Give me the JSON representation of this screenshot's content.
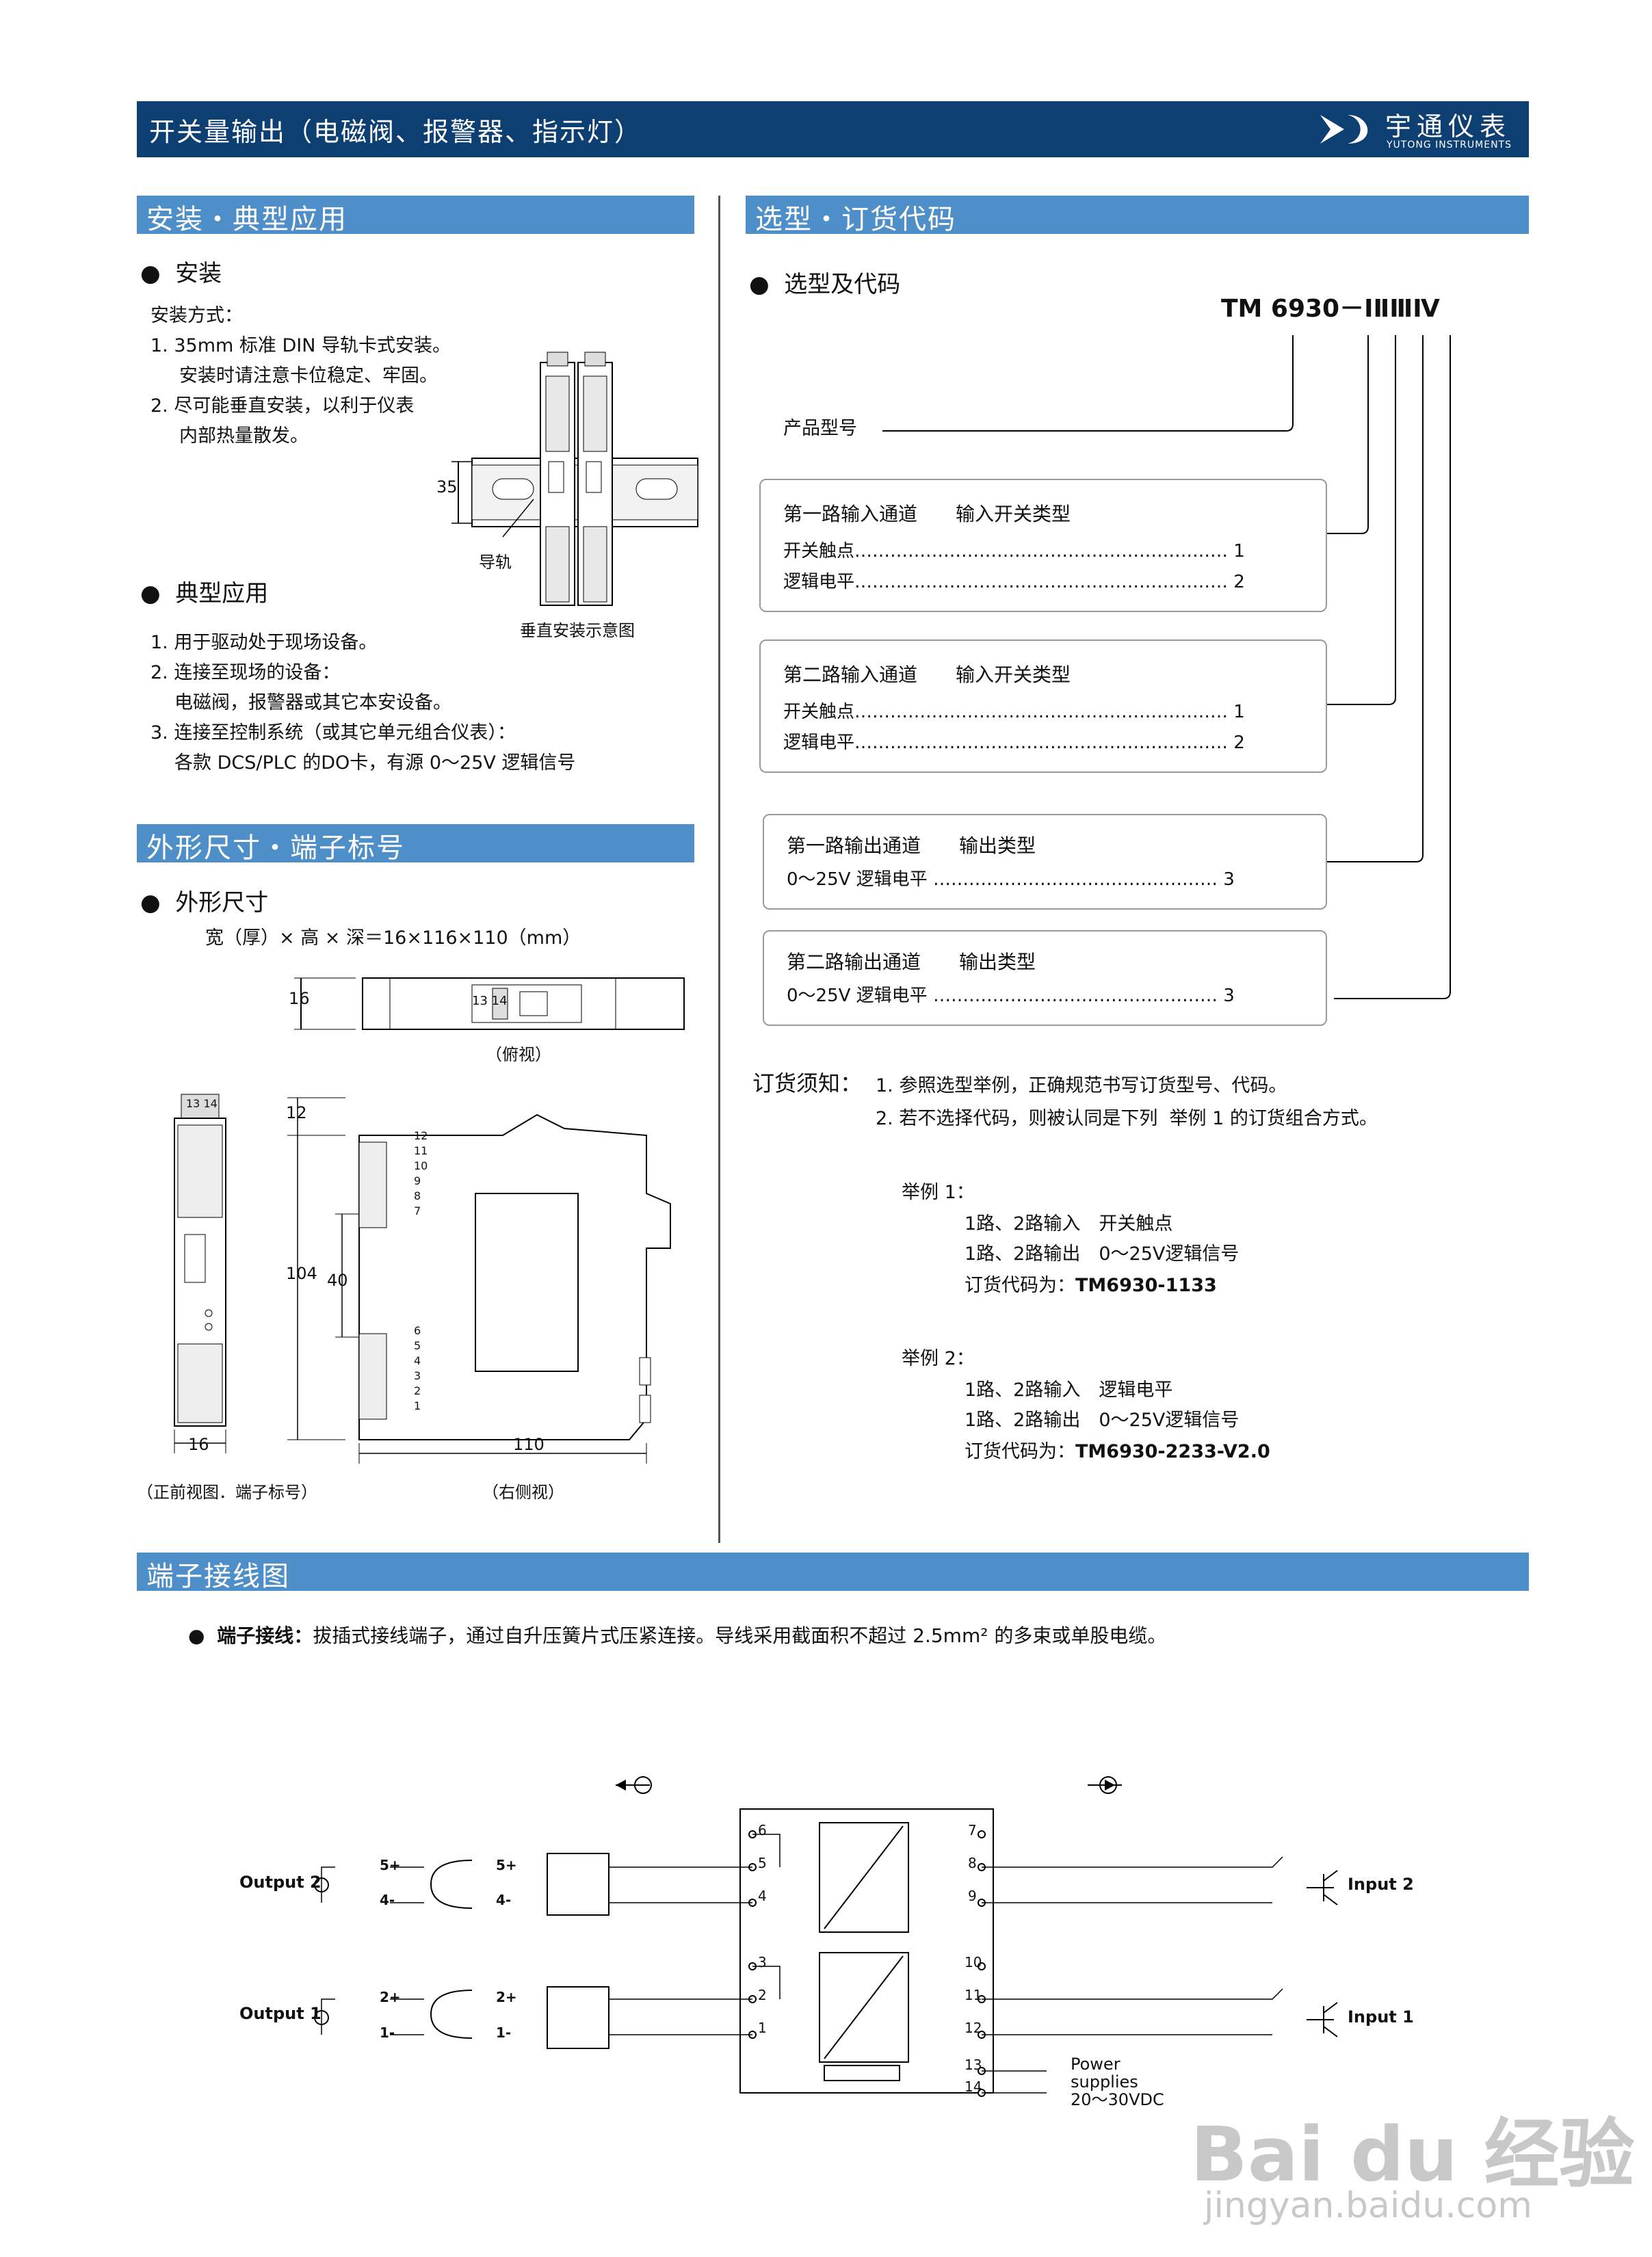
{
  "header": {
    "title": "开关量输出（电磁阀、报警器、指示灯）",
    "brand_cn": "宇通仪表",
    "brand_en": "YUTONG INSTRUMENTS"
  },
  "install": {
    "section": "安装・典型应用",
    "heading": "安装",
    "method_label": "安装方式：",
    "m1": "1. 35mm 标准 DIN 导轨卡式安装。",
    "m1b": "安装时请注意卡位稳定、牢固。",
    "m2": "2. 尽可能垂直安装，以利于仪表",
    "m2b": "内部热量散发。",
    "rail_label": "导轨",
    "dim35": "35",
    "caption": "垂直安装示意图",
    "app_heading": "典型应用",
    "a1": "1. 用于驱动处于现场设备。",
    "a2": "2. 连接至现场的设备：",
    "a2b": "电磁阀，报警器或其它本安设备。",
    "a3": "3. 连接至控制系统（或其它单元组合仪表）：",
    "a3b": "各款 DCS/PLC 的DO卡，有源 0～25V 逻辑信号"
  },
  "dims": {
    "section": "外形尺寸・端子标号",
    "heading": "外形尺寸",
    "formula": "宽（厚）× 高 × 深＝16×116×110（mm）",
    "top_caption": "（俯视）",
    "top_w": "16",
    "top_term": "13 14",
    "front_top": "13 14",
    "front_w": "16",
    "front_caption": "（正前视图．端子标号）",
    "side_caption": "（右侧视）",
    "d12": "12",
    "d104": "104",
    "d40": "40",
    "d110": "110",
    "terms_upper": [
      "12",
      "11",
      "10",
      "9",
      "8",
      "7"
    ],
    "terms_lower": [
      "6",
      "5",
      "4",
      "3",
      "2",
      "1"
    ]
  },
  "order": {
    "section": "选型・订货代码",
    "heading": "选型及代码",
    "model": "TM 6930－ⅠⅡⅢⅣ",
    "product": "产品型号",
    "boxes": [
      {
        "title": "第一路输入通道　　输入开关类型",
        "l1": "开关触点……………………………………………………… 1",
        "l2": "逻辑电平……………………………………………………… 2"
      },
      {
        "title": "第二路输入通道　　输入开关类型",
        "l1": "开关触点……………………………………………………… 1",
        "l2": "逻辑电平……………………………………………………… 2"
      },
      {
        "title": "第一路输出通道　　输出类型",
        "l1": "0～25V 逻辑电平 ………………………………………… 3"
      },
      {
        "title": "第二路输出通道　　输出类型",
        "l1": "0～25V 逻辑电平 ………………………………………… 3"
      }
    ],
    "note_label": "订货须知：",
    "note1": "1. 参照选型举例，正确规范书写订货型号、代码。",
    "note2": "2. 若不选择代码，则被认同是下列  举例 1 的订货组合方式。",
    "ex1": {
      "label": "举例 1：",
      "l1": "1路、2路输入　开关触点",
      "l2": "1路、2路输出　0～25V逻辑信号",
      "code_label": "订货代码为：",
      "code": "TM6930-1133"
    },
    "ex2": {
      "label": "举例 2：",
      "l1": "1路、2路输入　逻辑电平",
      "l2": "1路、2路输出　0～25V逻辑信号",
      "code_label": "订货代码为：",
      "code": "TM6930-2233-V2.0"
    }
  },
  "wiring": {
    "section": "端子接线图",
    "label": "端子接线：",
    "desc": "拔插式接线端子，通过自升压簧片式压紧连接。导线采用截面积不超过 2.5mm² 的多束或单股电缆。",
    "out2": "Output 2",
    "out1": "Output 1",
    "in2": "Input 2",
    "in1": "Input 1",
    "power": "Power",
    "supplies": "supplies",
    "vdc": "20～30VDC",
    "n5p": "5+",
    "n4m": "4-",
    "n2p": "2+",
    "n1m": "1-",
    "left_terms": [
      "6",
      "5",
      "4",
      "3",
      "2",
      "1"
    ],
    "right_terms": [
      "7",
      "8",
      "9",
      "10",
      "11",
      "12",
      "13",
      "14"
    ]
  },
  "watermark": {
    "brand": "Bai du 经验",
    "url": "jingyan.baidu.com"
  }
}
